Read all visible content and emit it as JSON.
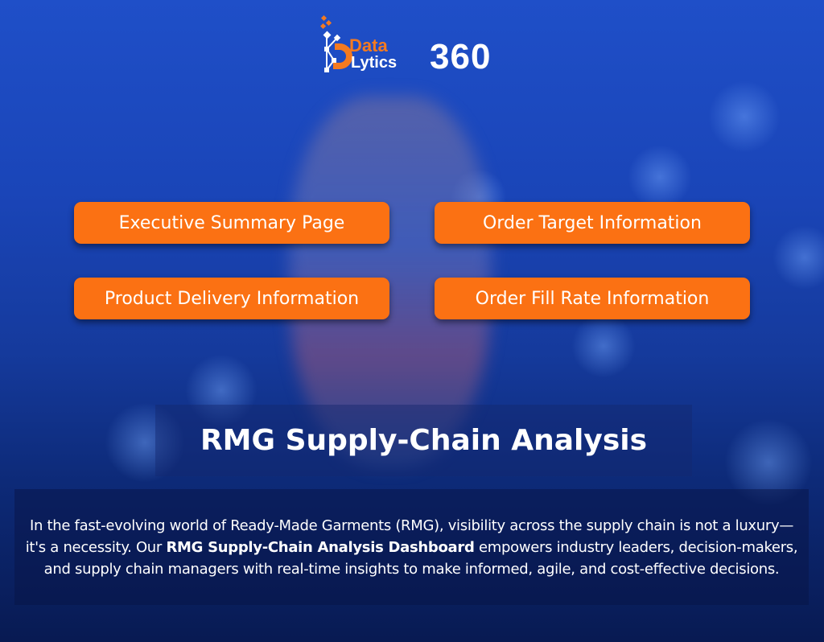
{
  "logo": {
    "brand_top": "Data",
    "brand_bottom": "Lytics",
    "brand_number": "360"
  },
  "colors": {
    "accent": "#fb7113",
    "background": "#1a45b8"
  },
  "nav_buttons": [
    {
      "label": "Executive Summary Page"
    },
    {
      "label": "Order Target Information"
    },
    {
      "label": "Product Delivery Information"
    },
    {
      "label": "Order Fill Rate Information"
    }
  ],
  "hero": {
    "title": "RMG Supply-Chain Analysis",
    "desc_part1": "In the fast-evolving world of Ready-Made Garments (RMG), visibility across the supply chain is not a luxury—it's a necessity. Our ",
    "desc_bold": "RMG Supply-Chain Analysis Dashboard",
    "desc_part2": " empowers industry leaders, decision-makers, and supply chain managers with real-time insights to make informed, agile, and cost-effective decisions."
  }
}
